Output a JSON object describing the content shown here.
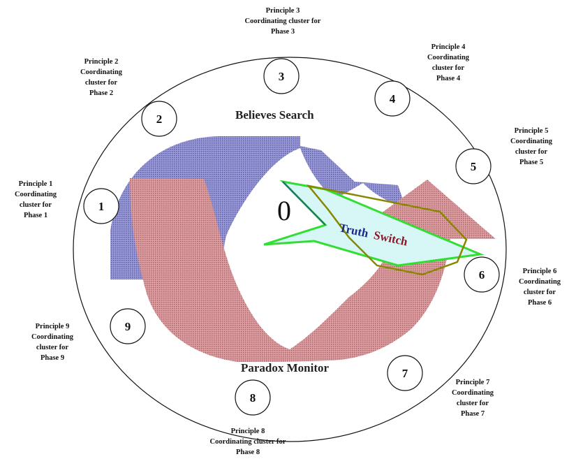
{
  "center_label": "0",
  "believes_search": "Believes Search",
  "paradox_monitor": "Paradox Monitor",
  "truth_switch": {
    "word1": "Truth",
    "word2": "Switch"
  },
  "nodes": [
    "1",
    "2",
    "3",
    "4",
    "5",
    "6",
    "7",
    "8",
    "9"
  ],
  "principles": [
    {
      "title": "Principle 1",
      "lines": [
        "Coordinating",
        "cluster for",
        "Phase 1"
      ]
    },
    {
      "title": "Principle 2",
      "lines": [
        "Coordinating",
        "cluster for",
        "Phase 2"
      ]
    },
    {
      "title": "Principle 3",
      "lines": [
        "Coordinating cluster for",
        "Phase 3"
      ]
    },
    {
      "title": "Principle 4",
      "lines": [
        "Coordinating",
        "cluster for",
        "Phase 4"
      ]
    },
    {
      "title": "Principle 5",
      "lines": [
        "Coordinating",
        "cluster for",
        "Phase 5"
      ]
    },
    {
      "title": "Principle 6",
      "lines": [
        "Coordinating",
        "cluster for",
        "Phase 6"
      ]
    },
    {
      "title": "Principle 7",
      "lines": [
        "Coordinating",
        "cluster for",
        "Phase 7"
      ]
    },
    {
      "title": "Principle 8",
      "lines": [
        "Coordinating cluster for",
        "Phase 8"
      ]
    },
    {
      "title": "Principle 9",
      "lines": [
        "Coordinating",
        "cluster for",
        "Phase 9"
      ]
    }
  ],
  "colors": {
    "blue_arrow": "#7b7bc4",
    "red_arrow": "#c97f83",
    "green_outline": "#33dd33",
    "olive_outline": "#888800",
    "cyan_fill": "#d7f7f7",
    "truth_word": "#1e2a8a",
    "switch_word": "#8a1a2a"
  }
}
